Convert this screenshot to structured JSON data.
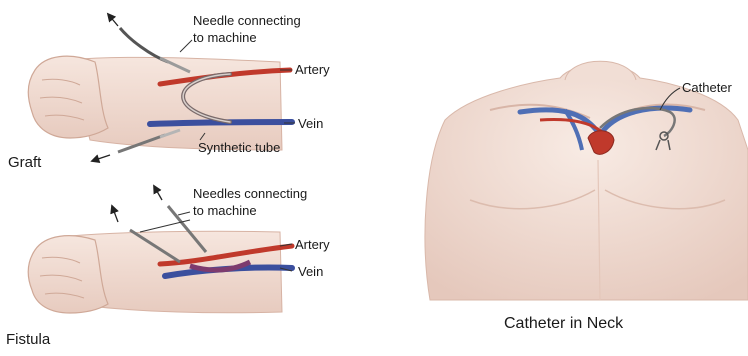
{
  "graft": {
    "needle_label_line1": "Needle connecting",
    "needle_label_line2": "to machine",
    "artery_label": "Artery",
    "vein_label": "Vein",
    "tube_label": "Synthetic tube",
    "caption": "Graft"
  },
  "fistula": {
    "needles_label_line1": "Needles connecting",
    "needles_label_line2": "to machine",
    "artery_label": "Artery",
    "vein_label": "Vein",
    "caption": "Fistula"
  },
  "catheter": {
    "catheter_label": "Catheter",
    "caption": "Catheter in Neck"
  },
  "colors": {
    "artery": "#c0392b",
    "vein": "#3b4f9e",
    "skin": "#f3dfd6",
    "skin_shadow": "#e2c4b8"
  }
}
